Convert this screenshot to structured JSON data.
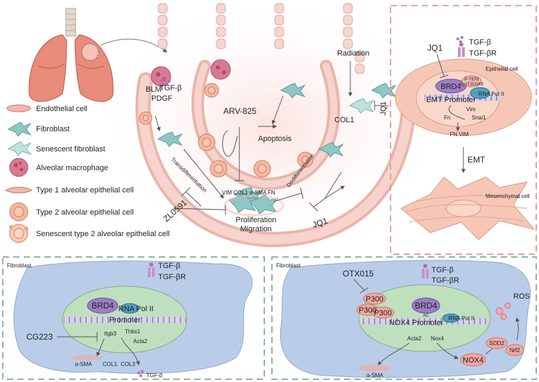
{
  "colors": {
    "vessel_pink": "#f2c4bb",
    "vessel_stroke": "#d88f84",
    "fibroblast_teal": "#8fc7c4",
    "nucleus_green": "#bfe0bf",
    "brd4_purple": "#9b7fc6",
    "dashed_red": "#e3a29a",
    "dashed_green": "#8fb59a",
    "cell_blue": "#b9cde9",
    "macrophage": "#d97a93"
  },
  "legend": {
    "items": [
      {
        "label": "Endothelial cell",
        "icon": "endothelial-cell-icon"
      },
      {
        "label": "Fibroblast",
        "icon": "fibroblast-icon"
      },
      {
        "label": "Senescent fibroblast",
        "icon": "senescent-fibroblast-icon"
      },
      {
        "label": "Alveolar macrophage",
        "icon": "alveolar-macrophage-icon"
      },
      {
        "label": "Type 1 alveolar epithelial cell",
        "icon": "type1-cell-icon"
      },
      {
        "label": "Type 2 alveolar epithelial cell",
        "icon": "type2-cell-icon"
      },
      {
        "label": "Senescent type 2 alveolar epithelial cell",
        "icon": "senescent-type2-cell-icon"
      }
    ]
  },
  "center": {
    "blm": "BLM",
    "tgfb": "TGF-β",
    "pdgf": "PDGF",
    "arv": "ARV-825",
    "apoptosis": "Apoptosis",
    "radiation": "Radiation",
    "col1": "COL1",
    "jq1_right": "JQ1",
    "jq1_bottom": "JQ1",
    "transdiff": "Transdifferentiation",
    "dediff": "Dedifferentiation",
    "markers": "VIM  COL1 α-SMA  FN",
    "proliferation": "Proliferation",
    "migration": "Migration",
    "zl": "ZL0591"
  },
  "epithelial": {
    "jq1": "JQ1",
    "tgfb": "TGF-β",
    "tgfbr": "TGF-βR",
    "cell_label": "Epithelial cell",
    "ptefb": "P-TEFb",
    "cyclin": "CycT1CDK9",
    "brd4": "BRD4",
    "rnapol": "RNA Pol II",
    "promoter": "EMT Promoter",
    "vim": "Vim",
    "fn": "Fn",
    "snail": "Snai1",
    "products": "FN VIM",
    "emt": "EMT",
    "mesenchymal": "Mesenchymal cell"
  },
  "bottom_left": {
    "title": "Fibroblast",
    "tgfb": "TGF-β",
    "tgfbr": "TGF-βR",
    "brd4": "BRD4",
    "rnapol": "RNA Pol II",
    "promoter": "Promoter",
    "drug": "CG223",
    "itgb3": "Itgb3",
    "thbs1": "Thbs1",
    "acta2": "Acta2",
    "asma": "α-SMA",
    "col1": "COL1",
    "col3": "COL3",
    "tgfb_out": "TGF-β"
  },
  "bottom_right": {
    "title": "Fibroblast",
    "drug": "OTX015",
    "tgfb": "TGF-β",
    "tgfbr": "TGF-βR",
    "p300_a": "P300",
    "p300_b": "P300",
    "p300_c": "P300",
    "brd4": "BRD4",
    "ac": "AC",
    "promoter": "NOX4 Promoter",
    "rnapol": "RNA Pol II",
    "ros": "ROS",
    "acta2": "Acta2",
    "nox4_gene": "Nox4",
    "sod2": "SOD2",
    "nrf2": "Nrf2",
    "nox4": "NOX4",
    "asma": "α-SMA"
  }
}
